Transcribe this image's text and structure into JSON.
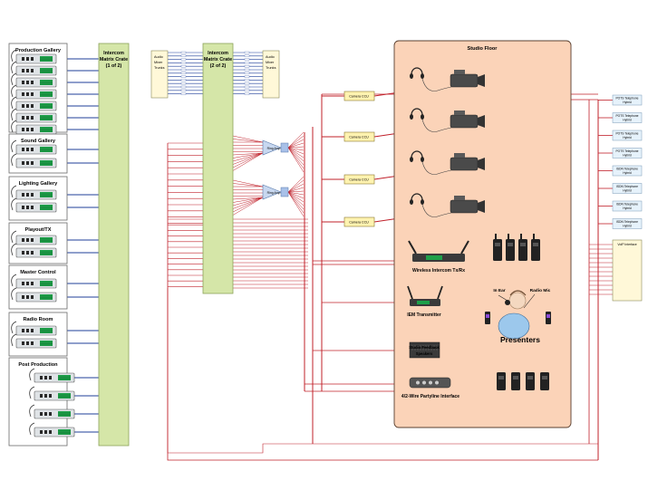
{
  "rooms": [
    {
      "name": "Production Gallery",
      "panels": 7
    },
    {
      "name": "Sound Gallery",
      "panels": 2
    },
    {
      "name": "Lighting Gallery",
      "panels": 2
    },
    {
      "name": "Playout/TX",
      "panels": 2
    },
    {
      "name": "Master Control",
      "panels": 2
    },
    {
      "name": "Radio Room",
      "panels": 2
    },
    {
      "name": "Post Production",
      "panels": 4
    }
  ],
  "matrix1": {
    "line1": "Intercom",
    "line2": "Matrix Crate",
    "line3": "(1 of 2)"
  },
  "matrix2": {
    "line1": "Intercom",
    "line2": "Matrix Crate",
    "line3": "(2 of 2)"
  },
  "audio_mixer_left": {
    "line1": "Audio",
    "line2": "Mixer",
    "line3": "Trunks"
  },
  "audio_mixer_right": {
    "line1": "Audio",
    "line2": "Mixer",
    "line3": "Trunks"
  },
  "studio": {
    "title": "Studio Floor"
  },
  "cameras": [
    {
      "label": "Camera CCU"
    },
    {
      "label": "Camera CCU"
    },
    {
      "label": "Camera CCU"
    },
    {
      "label": "Camera CCU"
    }
  ],
  "amps": [
    {
      "label": "Ring Amp"
    },
    {
      "label": "Ring Amp"
    }
  ],
  "wireless": {
    "label": "Wireless Intercom Tx/Rx"
  },
  "iem": {
    "label": "IEM Transmitter"
  },
  "presenters": {
    "label": "Presenters",
    "in_ear": "In Ear",
    "radio_mic": "Radio Mic"
  },
  "feedback": {
    "line1": "Studio Feedback",
    "line2": "Speakers"
  },
  "partyline": {
    "label": "4/2-Wire Partyline Interface"
  },
  "hybrids": [
    {
      "line1": "POTS Telephone",
      "line2": "Hybrid"
    },
    {
      "line1": "POTS Telephone",
      "line2": "Hybrid"
    },
    {
      "line1": "POTS Telephone",
      "line2": "Hybrid"
    },
    {
      "line1": "POTS Telephone",
      "line2": "Hybrid"
    },
    {
      "line1": "ISDN Telephone",
      "line2": "Hybrid"
    },
    {
      "line1": "ISDN Telephone",
      "line2": "Hybrid"
    },
    {
      "line1": "ISDN Telephone",
      "line2": "Hybrid"
    },
    {
      "line1": "ISDN Telephone",
      "line2": "Hybrid"
    }
  ],
  "voip": {
    "label": "VoIP Interface"
  },
  "colors": {
    "blue": "#1f3f99",
    "red": "#c0202a",
    "green_crate": "#d5e6a8",
    "studio_bg": "#fbd3b8",
    "yellow_box": "#fff3b0"
  }
}
